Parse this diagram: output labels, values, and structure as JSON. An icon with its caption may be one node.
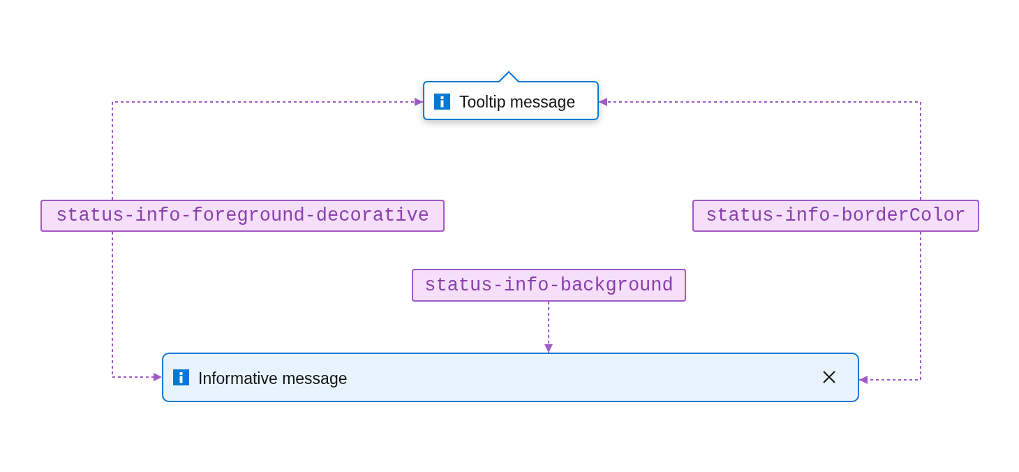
{
  "diagram": {
    "nodes": [
      {
        "text": [
          "Tooltip message"
        ]
      },
      {
        "text": [
          "status-info-foreground-decorative"
        ]
      },
      {
        "text": [
          "status-info-borderColor"
        ]
      },
      {
        "text": [
          "status-info-background"
        ]
      },
      {
        "text": [
          "Informative message"
        ]
      }
    ],
    "edges": [
      {
        "from": 1,
        "to": 0,
        "arrow": "to",
        "style": "dashed"
      },
      {
        "from": 1,
        "to": 4,
        "arrow": "to",
        "style": "dashed"
      },
      {
        "from": 2,
        "to": 0,
        "arrow": "to",
        "style": "dashed"
      },
      {
        "from": 2,
        "to": 4,
        "arrow": "to",
        "style": "dashed"
      },
      {
        "from": 3,
        "to": 4,
        "arrow": "to",
        "style": "dashed"
      }
    ]
  }
}
